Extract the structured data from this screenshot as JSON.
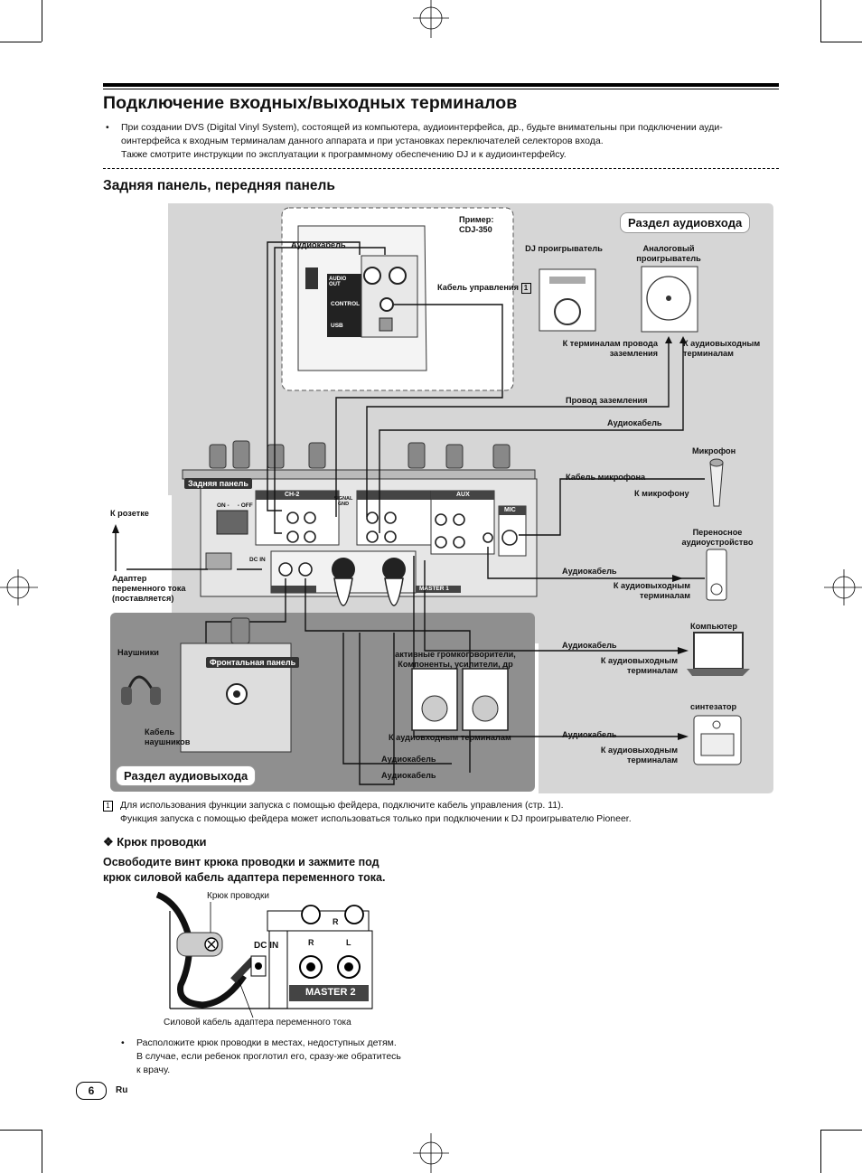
{
  "title": "Подключение входных/выходных терминалов",
  "intro_bullet": {
    "marker": "•",
    "line1": "При создании DVS (Digital Vinyl System), состоящей из компьютера, аудиоинтерфейса, др., будьте внимательны при подключении ауди-",
    "line2": "оинтерфейса к входным терминалам данного аппарата и при установках переключателей селекторов входа.",
    "line3": "Также смотрите инструкции по эксплуатации к программному обеспечению DJ и к аудиоинтерфейсу."
  },
  "section_title": "Задняя панель, передняя панель",
  "diagram": {
    "example_label": "Пример:",
    "example_model": "CDJ-350",
    "audio_cable_top": "Аудиокабель",
    "audio_out": "AUDIO OUT",
    "control": "CONTROL",
    "usb": "USB",
    "control_cable": "Кабель управления",
    "control_cable_num": "1",
    "input_section": "Раздел аудиовхода",
    "dj_player": "DJ проигрыватель",
    "analog_player": "Аналоговый проигрыватель",
    "to_ground": "К терминалам провода заземления",
    "to_audio_out_1": "К аудиовыходным терминалам",
    "ground_wire": "Провод заземления",
    "audio_cable_1": "Аудиокабель",
    "microphone": "Микрофон",
    "mic_cable": "Кабель микрофона",
    "to_mic": "К микрофону",
    "rear_panel": "Задняя панель",
    "to_outlet": "К розетке",
    "adapter": "Адаптер переменного тока (поставляется)",
    "portable": "Переносное аудиоустройство",
    "audio_cable_2": "Аудиокабель",
    "to_audio_out_2": "К аудиовыходным терминалам",
    "computer": "Компьютер",
    "audio_cable_3": "Аудиокабель",
    "to_audio_out_3": "К аудиовыходным терминалам",
    "synth": "синтезатор",
    "audio_cable_4": "Аудиокабель",
    "to_audio_out_4": "К аудиовыходным терминалам",
    "headphones": "Наушники",
    "front_panel": "Фронтальная панель",
    "headphone_cable": "Кабель наушников",
    "speakers": "активные громкоговорители, Компоненты, усилители, др",
    "to_audio_in": "К аудиовходным терминалам",
    "audio_cable_5": "Аудиокабель",
    "audio_cable_6": "Аудиокабель",
    "output_section": "Раздел аудиовыхода",
    "ch2": "CH-2",
    "aux": "AUX",
    "mic_panel": "MIC",
    "master1": "MASTER 1",
    "dc_in": "DC IN",
    "on_off": "ON -     - OFF",
    "signal_gnd": "SIGNAL GND"
  },
  "footnote": {
    "num": "1",
    "line1": "Для использования функции запуска с помощью фейдера, подключите кабель управления (стр. 11).",
    "line2": "Функция запуска с помощью фейдера может использоваться только при подключении к DJ проигрывателю Pioneer."
  },
  "cord_hook": {
    "marker": "❖",
    "heading": "Крюк проводки",
    "instruction_line1": "Освободите винт крюка проводки и зажмите под",
    "instruction_line2": "крюк силовой кабель адаптера переменного тока.",
    "hook_label": "Крюк проводки",
    "dc_in": "DC IN",
    "r": "R",
    "l": "L",
    "r_top": "R",
    "master2": "MASTER 2",
    "power_cable": "Силовой кабель адаптера переменного тока"
  },
  "bottom_bullet": {
    "marker": "•",
    "line1": "Расположите крюк проводки в местах, недоступных детям.",
    "line2": "В случае, если ребенок проглотил его, сразу-же обратитесь",
    "line3": "к врачу."
  },
  "footer": {
    "page": "6",
    "lang": "Ru"
  }
}
